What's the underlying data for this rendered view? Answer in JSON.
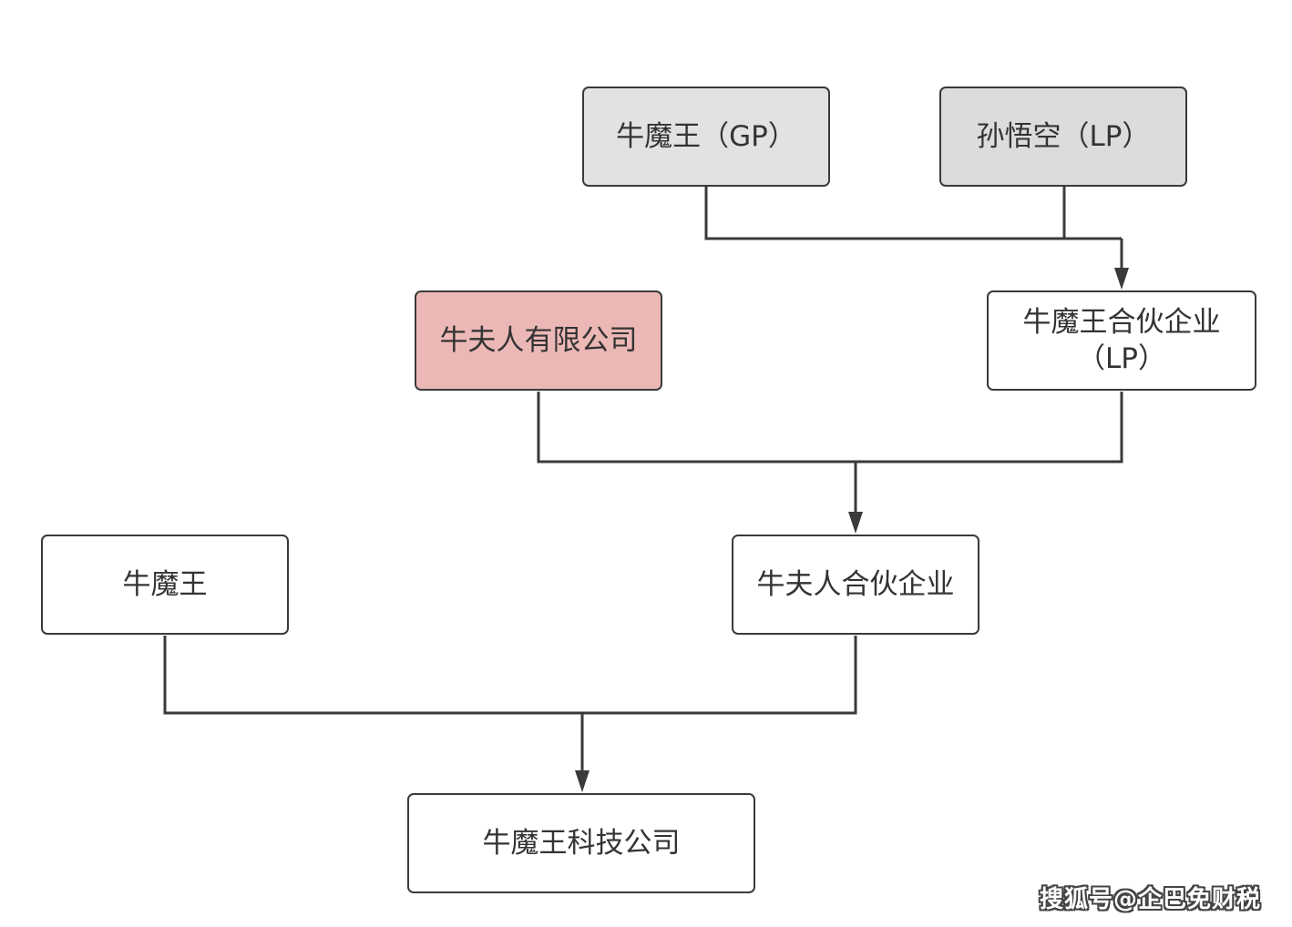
{
  "nodes": {
    "niumowang_gp": {
      "label": "牛魔王（GP）",
      "fill": "#e2e2e2"
    },
    "sunwukong_lp": {
      "label": "孙悟空（LP）",
      "fill": "#dcdcdc"
    },
    "niufuren_company": {
      "label": "牛夫人有限公司",
      "fill": "#ecb8b6"
    },
    "niumowang_partnership_lp": {
      "line1": "牛魔王合伙企业",
      "line2": "（LP）",
      "fill": "#ffffff"
    },
    "niumowang": {
      "label": "牛魔王",
      "fill": "#ffffff"
    },
    "niufuren_partnership": {
      "label": "牛夫人合伙企业",
      "fill": "#ffffff"
    },
    "niumowang_tech": {
      "label": "牛魔王科技公司",
      "fill": "#ffffff"
    }
  },
  "colors": {
    "stroke": "#3a3a3a",
    "text": "#333333"
  },
  "watermark": "搜狐号@企巴免财税"
}
